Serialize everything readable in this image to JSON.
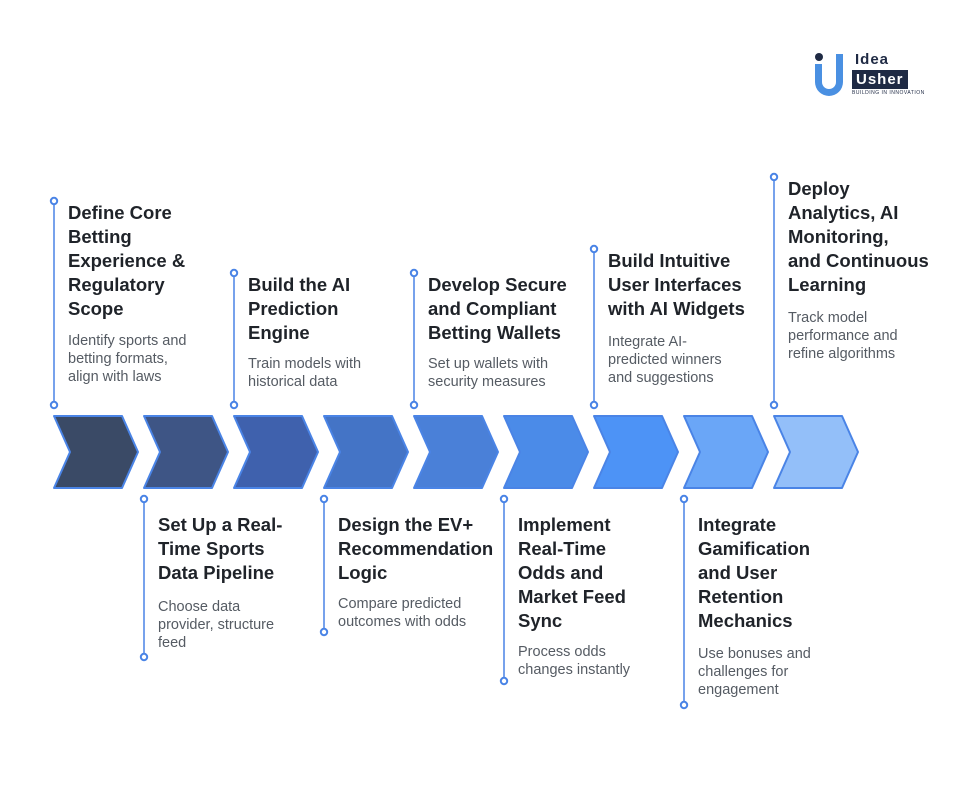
{
  "logo": {
    "word_top": "Idea",
    "word_bottom": "Usher",
    "tagline": "BUILDING IN INNOVATION"
  },
  "steps": [
    {
      "title": "Define Core\nBetting\nExperience &\nRegulatory\nScope",
      "desc": "Identify sports and\nbetting formats,\nalign with laws",
      "color": "#3a4a66"
    },
    {
      "title": "Set Up a Real-\nTime Sports\nData Pipeline",
      "desc": "Choose data\nprovider, structure\nfeed",
      "color": "#3e5585"
    },
    {
      "title": "Build the AI\nPrediction\nEngine",
      "desc": "Train models with\nhistorical data",
      "color": "#3f61ad"
    },
    {
      "title": "Design the EV+\nRecommendation\nLogic",
      "desc": "Compare predicted\noutcomes with odds",
      "color": "#4474c6"
    },
    {
      "title": "Develop Secure\nand Compliant\nBetting Wallets",
      "desc": "Set up wallets with\nsecurity measures",
      "color": "#4a80d8"
    },
    {
      "title": "Implement\nReal-Time\nOdds and\nMarket Feed\nSync",
      "desc": "Process odds\nchanges instantly",
      "color": "#4b8be8"
    },
    {
      "title": "Build Intuitive\nUser Interfaces\nwith AI Widgets",
      "desc": "Integrate AI-\npredicted winners\nand suggestions",
      "color": "#4d93f6"
    },
    {
      "title": "Integrate\nGamification\nand User\nRetention\nMechanics",
      "desc": "Use bonuses and\nchallenges for\nengagement",
      "color": "#6aa6f7"
    },
    {
      "title": "Deploy\nAnalytics, AI\nMonitoring,\nand Continuous\nLearning",
      "desc": "Track model\nperformance and\nrefine algorithms",
      "color": "#93bff9"
    }
  ],
  "colors": {
    "border": "#4a84e6",
    "connector": "#4a84e6"
  }
}
